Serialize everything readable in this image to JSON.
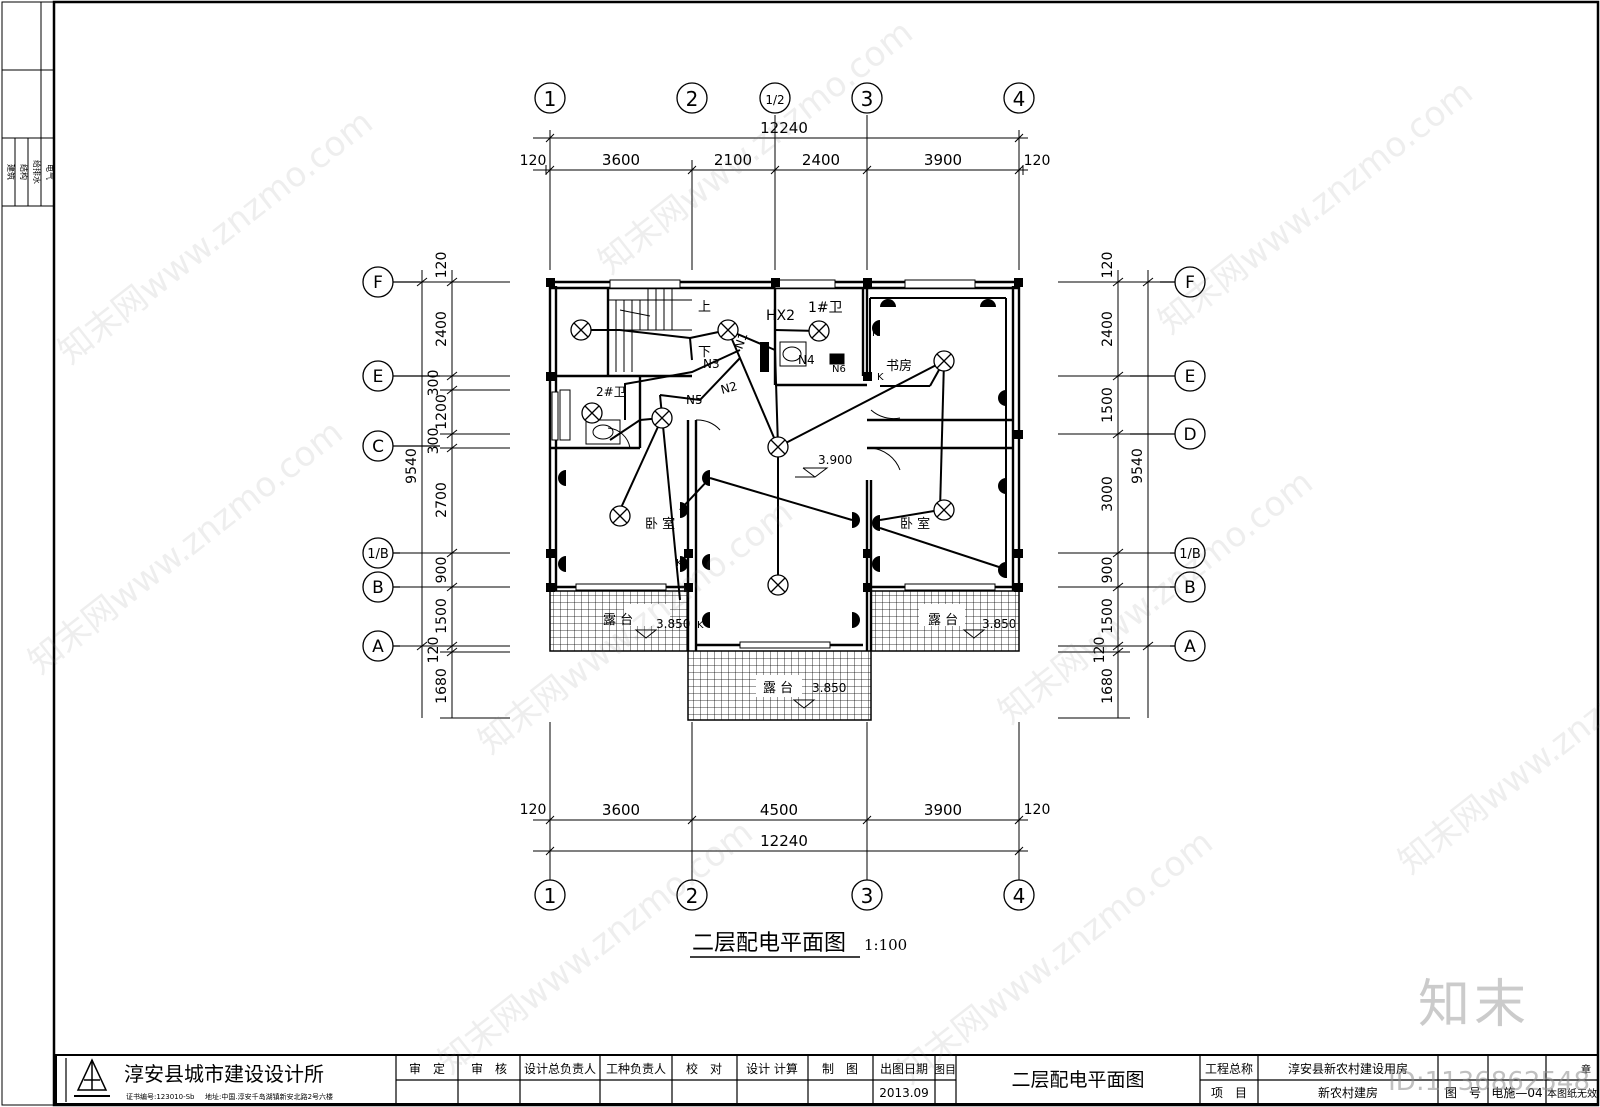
{
  "drawing": {
    "title": "二层配电平面图",
    "scale": "1:100",
    "total_width_label": "12240",
    "top_dims": [
      "120",
      "3600",
      "2100",
      "2400",
      "3900",
      "120"
    ],
    "bottom_dims": [
      "120",
      "3600",
      "4500",
      "3900",
      "120"
    ],
    "left_dims": [
      "120",
      "2400",
      "300",
      "1200",
      "300",
      "2700",
      "900",
      "1500",
      "120",
      "1680"
    ],
    "right_dims": [
      "120",
      "2400",
      "1500",
      "3000",
      "900",
      "1500",
      "120",
      "1680"
    ],
    "left_total": "9540",
    "right_total": "9540",
    "grid_top": [
      "1",
      "2",
      "1/2",
      "3",
      "4"
    ],
    "grid_bottom": [
      "1",
      "2",
      "3",
      "4"
    ],
    "grid_left": [
      "F",
      "E",
      "C",
      "1/B",
      "B",
      "A"
    ],
    "grid_right": [
      "F",
      "E",
      "D",
      "1/B",
      "B",
      "A"
    ]
  },
  "rooms": {
    "bedroom_left": "卧 室",
    "bedroom_right": "卧 室",
    "study": "书房",
    "toilet_1": "1#卫",
    "toilet_2": "2#卫",
    "balcony_left": "露 台",
    "balcony_right": "露 台",
    "balcony_center": "露 台",
    "stair_up": "上",
    "stair_down": "下"
  },
  "elevations": {
    "main": "3.900",
    "balcony_left": "3.850",
    "balcony_right": "3.850",
    "balcony_center": "3.850"
  },
  "electrical": {
    "panel": "HX2",
    "circuits": [
      "N1",
      "N2",
      "N3",
      "N4",
      "N5",
      "N6"
    ],
    "switch_mark": "K"
  },
  "left_strip": [
    "建筑",
    "结构",
    "给排水",
    "电气"
  ],
  "title_block": {
    "company": "淳安县城市建设设计所",
    "cert": "证书编号:123010-Sb",
    "address": "地址:中国.淳安千岛湖镇新安北路2号六楼",
    "roles": [
      "审　定",
      "审　核",
      "设计总负责人",
      "工种负责人",
      "校　对",
      "设计 计算",
      "制　图"
    ],
    "date_label": "出图日期",
    "date_value": "2013.09",
    "col_label": "图目",
    "drawing_name": "二层配电平面图",
    "project_label": "工程总称",
    "project_value": "淳安县新农村建设用房",
    "item_label": "项　目",
    "item_value": "新农村建房",
    "no_label": "图　号",
    "no_value": "电施—04",
    "notice": "本图纸无效",
    "seal": "章"
  },
  "watermark": {
    "text": "知末网www.znzmo.com",
    "logo": "知末",
    "id": "ID:1136862548"
  }
}
